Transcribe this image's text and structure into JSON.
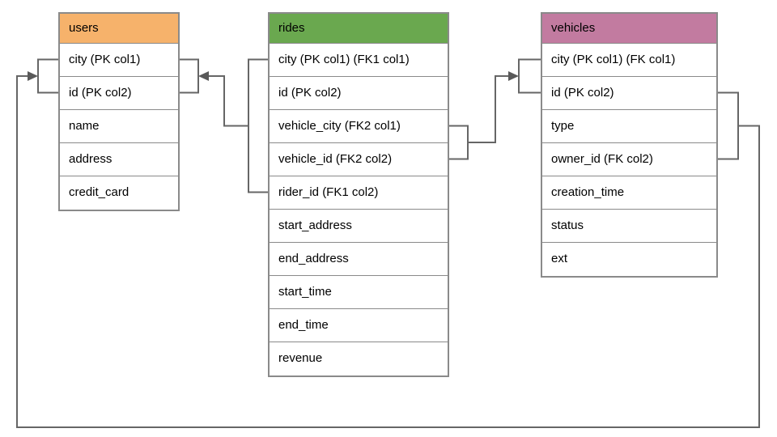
{
  "diagram": {
    "type": "database-schema-er-diagram",
    "tables": [
      {
        "name": "users",
        "header_color": "#F6B26B",
        "columns": [
          "city (PK col1)",
          "id (PK col2)",
          "name",
          "address",
          "credit_card"
        ]
      },
      {
        "name": "rides",
        "header_color": "#6AA84F",
        "columns": [
          "city (PK col1) (FK1 col1)",
          "id (PK col2)",
          "vehicle_city (FK2 col1)",
          "vehicle_id (FK2 col2)",
          "rider_id (FK1 col2)",
          "start_address",
          "end_address",
          "start_time",
          "end_time",
          "revenue"
        ]
      },
      {
        "name": "vehicles",
        "header_color": "#C27BA0",
        "columns": [
          "city (PK col1) (FK col1)",
          "id (PK col2)",
          "type",
          "owner_id (FK col2)",
          "creation_time",
          "status",
          "ext"
        ]
      }
    ],
    "relationships": [
      {
        "name": "rides-fk1-to-users-pk",
        "arrow_points_to": "users"
      },
      {
        "name": "rides-fk2-to-vehicles-pk",
        "arrow_points_to": "vehicles"
      },
      {
        "name": "vehicles-fk-to-users-pk",
        "arrow_points_to": "users"
      }
    ],
    "colors": {
      "connector_line": "#666666",
      "arrowhead": "#595959",
      "cell_border": "#8a8a8a",
      "text": "#000000",
      "background": "#ffffff"
    }
  }
}
